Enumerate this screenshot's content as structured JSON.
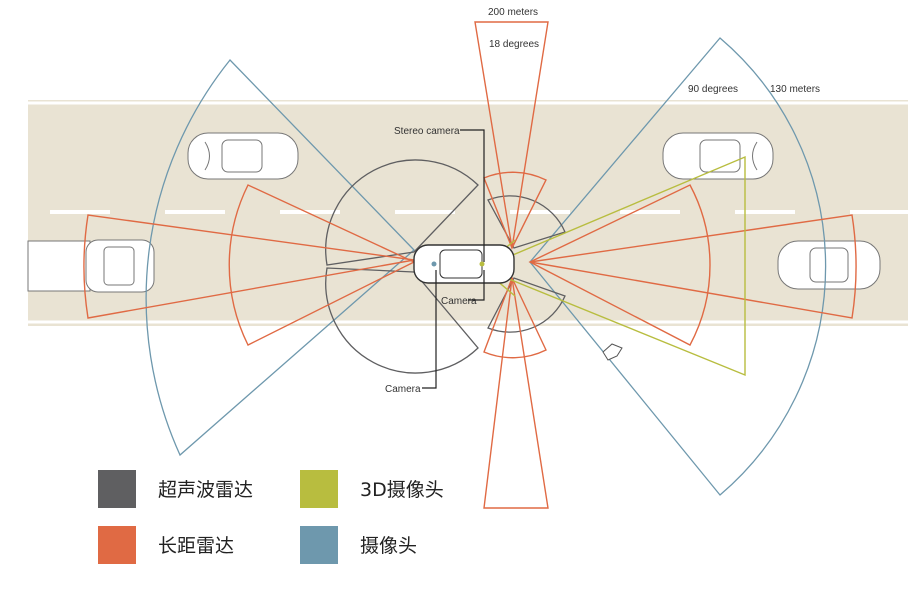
{
  "labels": {
    "range_200": "200 meters",
    "angle_18": "18 degrees",
    "angle_90": "90 degrees",
    "range_130": "130 meters",
    "stereo_camera": "Stereo camera",
    "camera_front": "Camera",
    "camera_bottom": "Camera"
  },
  "legend": [
    {
      "label": "超声波雷达",
      "color": "#5f5f61"
    },
    {
      "label": "长距雷达",
      "color": "#e06a44"
    },
    {
      "label": "3D摄像头",
      "color": "#b8bd3f"
    },
    {
      "label": "摄像头",
      "color": "#6e98ad"
    }
  ],
  "colors": {
    "road": "#e9e3d3",
    "ultrasonic": "#5f5f61",
    "long_radar": "#e06a44",
    "camera_3d": "#b8bd3f",
    "camera": "#6e98ad"
  }
}
